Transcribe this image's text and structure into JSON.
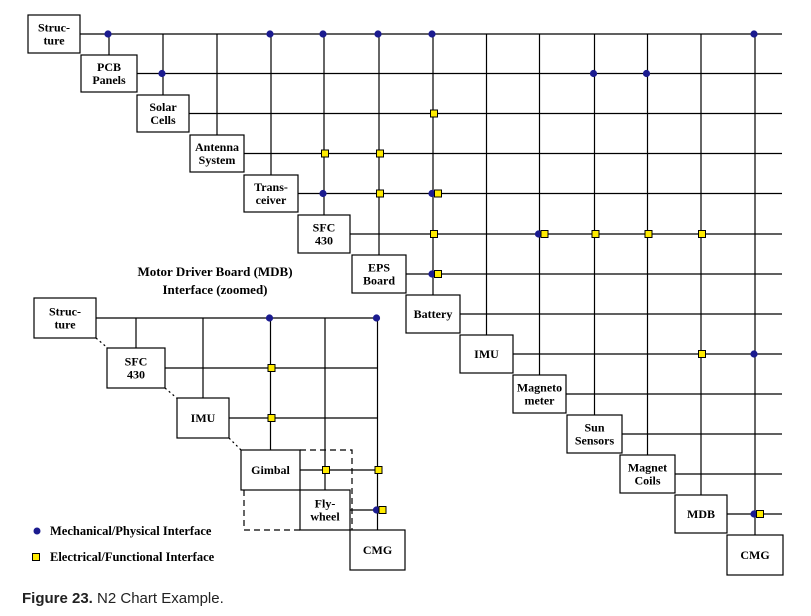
{
  "colors": {
    "mechanical_dot": "#1b1b8f",
    "electrical_square": "#ffeb00",
    "line": "#000000"
  },
  "main_chart": {
    "components": [
      [
        "Struc-",
        "ture"
      ],
      [
        "PCB",
        "Panels"
      ],
      [
        "Solar",
        "Cells"
      ],
      [
        "Antenna",
        "System"
      ],
      [
        "Trans-",
        "ceiver"
      ],
      [
        "SFC",
        "430"
      ],
      [
        "EPS",
        "Board"
      ],
      [
        "Battery"
      ],
      [
        "IMU"
      ],
      [
        "Magneto",
        "meter"
      ],
      [
        "Sun",
        "Sensors"
      ],
      [
        "Magnet",
        "Coils"
      ],
      [
        "MDB"
      ],
      [
        "CMG"
      ]
    ],
    "mechanical_interfaces": [
      [
        0,
        1
      ],
      [
        0,
        4
      ],
      [
        0,
        5
      ],
      [
        0,
        6
      ],
      [
        0,
        7
      ],
      [
        0,
        13
      ],
      [
        1,
        2
      ],
      [
        1,
        10
      ],
      [
        1,
        11
      ],
      [
        4,
        5
      ],
      [
        4,
        7
      ],
      [
        6,
        7
      ],
      [
        5,
        9
      ],
      [
        8,
        13
      ],
      [
        12,
        13
      ]
    ],
    "electrical_interfaces": [
      [
        2,
        7
      ],
      [
        3,
        5
      ],
      [
        3,
        6
      ],
      [
        4,
        6
      ],
      [
        4,
        7
      ],
      [
        5,
        7
      ],
      [
        5,
        9
      ],
      [
        5,
        10
      ],
      [
        5,
        11
      ],
      [
        5,
        12
      ],
      [
        6,
        7
      ],
      [
        8,
        12
      ],
      [
        12,
        13
      ]
    ]
  },
  "zoom_chart": {
    "title_lines": [
      "Motor Driver Board (MDB)",
      "Interface (zoomed)"
    ],
    "components": [
      [
        "Struc-",
        "ture"
      ],
      [
        "SFC",
        "430"
      ],
      [
        "IMU"
      ],
      [
        "Gimbal"
      ],
      [
        "Fly-",
        "wheel"
      ],
      [
        "CMG"
      ]
    ],
    "mechanical_interfaces": [
      [
        0,
        3
      ],
      [
        0,
        5
      ],
      [
        4,
        5
      ]
    ],
    "electrical_interfaces": [
      [
        1,
        3
      ],
      [
        2,
        3
      ],
      [
        3,
        4
      ],
      [
        3,
        5
      ],
      [
        4,
        5
      ]
    ]
  },
  "legend": {
    "mechanical": "Mechanical/Physical Interface",
    "electrical": "Electrical/Functional Interface"
  },
  "caption": {
    "label": "Figure 23.",
    "text": "N2 Chart Example."
  }
}
